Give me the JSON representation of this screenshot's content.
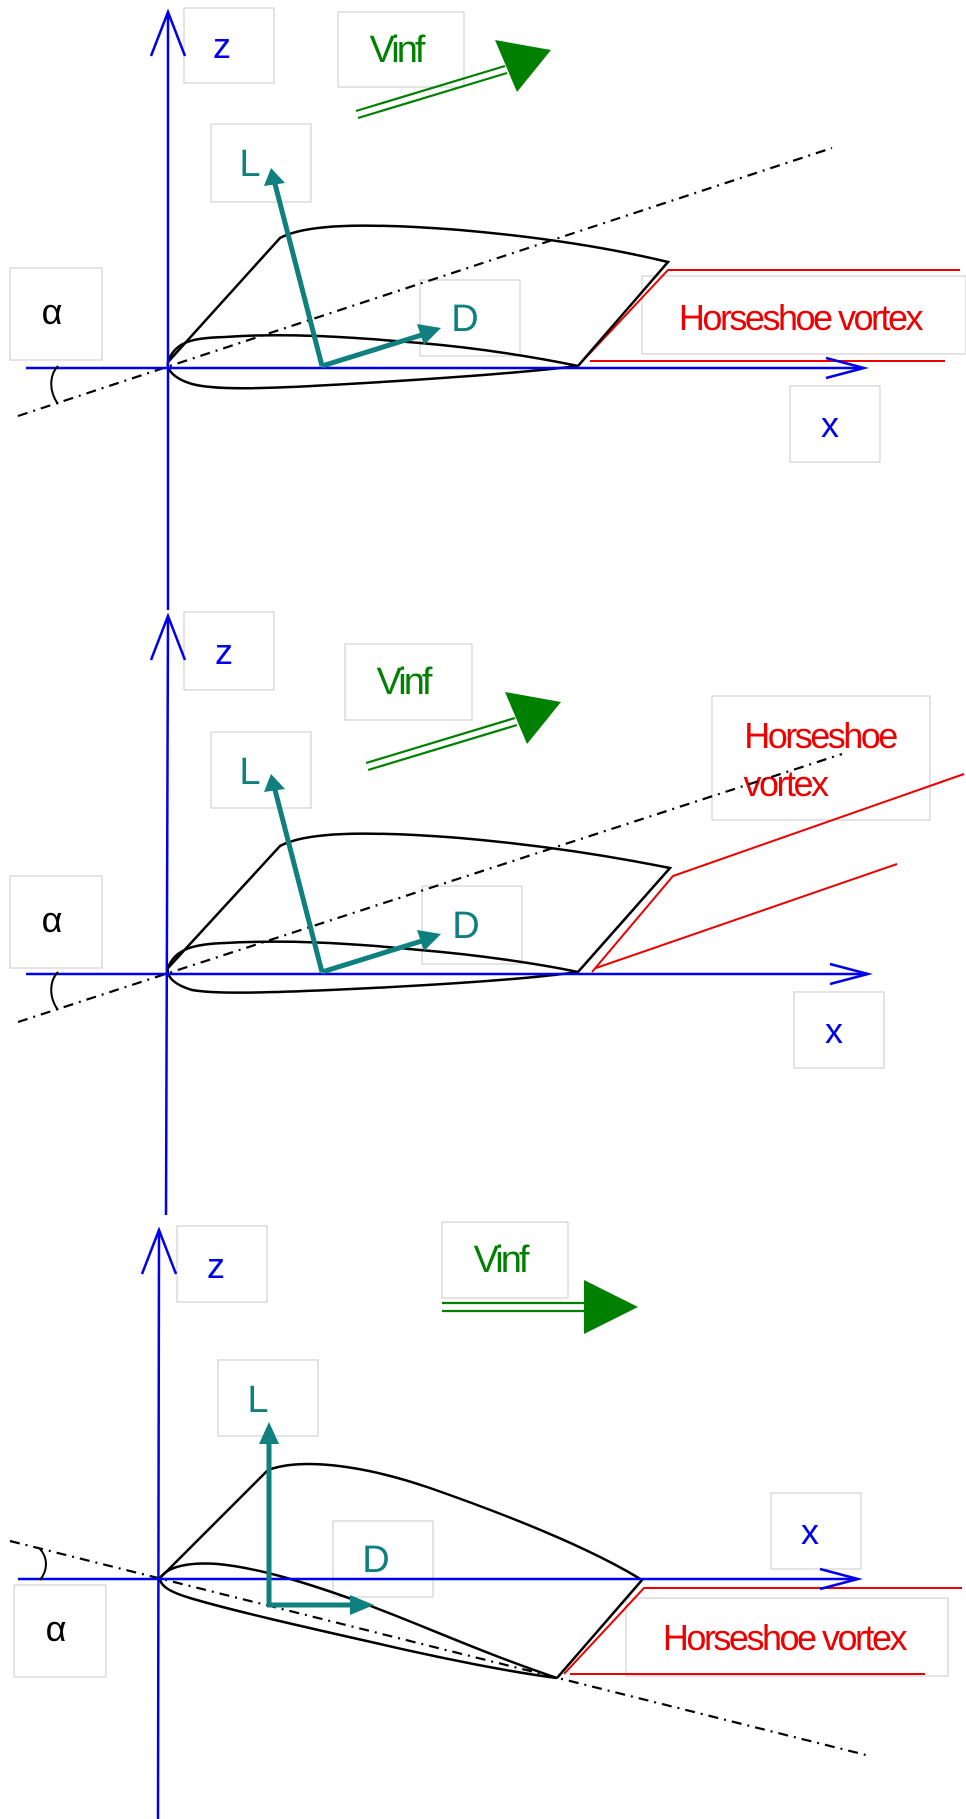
{
  "colors": {
    "axis": "#0000ee",
    "force": "#0f7f7f",
    "flow": "#008000",
    "vortex": "#ee0000",
    "outline": "#000000"
  },
  "panels": [
    {
      "z_label": "z",
      "x_label": "x",
      "alpha_label": "α",
      "lift_label": "L",
      "drag_label": "D",
      "vinf_label": "Vinf",
      "vortex_label": "Horseshoe vortex"
    },
    {
      "z_label": "z",
      "x_label": "x",
      "alpha_label": "α",
      "lift_label": "L",
      "drag_label": "D",
      "vinf_label": "Vinf",
      "vortex_label_line1": "Horseshoe",
      "vortex_label_line2": "vortex"
    },
    {
      "z_label": "z",
      "x_label": "x",
      "alpha_label": "α",
      "lift_label": "L",
      "drag_label": "D",
      "vinf_label": "Vinf",
      "vortex_label": "Horseshoe vortex"
    }
  ]
}
